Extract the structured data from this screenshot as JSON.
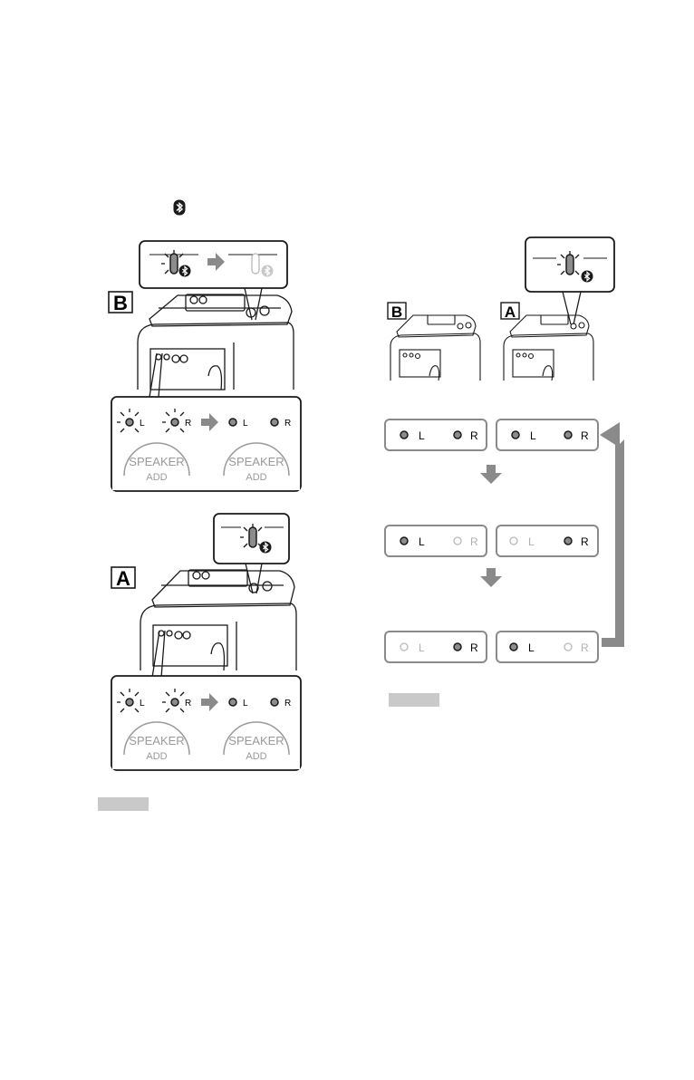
{
  "labels": {
    "unit_b": "B",
    "unit_a": "A",
    "ch_left": "L",
    "ch_right": "R",
    "speaker_add_line1": "SPEAKER",
    "speaker_add_line2": "ADD"
  },
  "icons": {
    "bluetooth": "bluetooth-icon",
    "arrow": "gray-arrow-icon"
  },
  "colors": {
    "line": "#1a1a1a",
    "arrow_gray": "#8a8a8a",
    "led_lit": "#8c8c8c",
    "led_off": "#b8b8b8",
    "note_tab": "#c9c9c9"
  }
}
